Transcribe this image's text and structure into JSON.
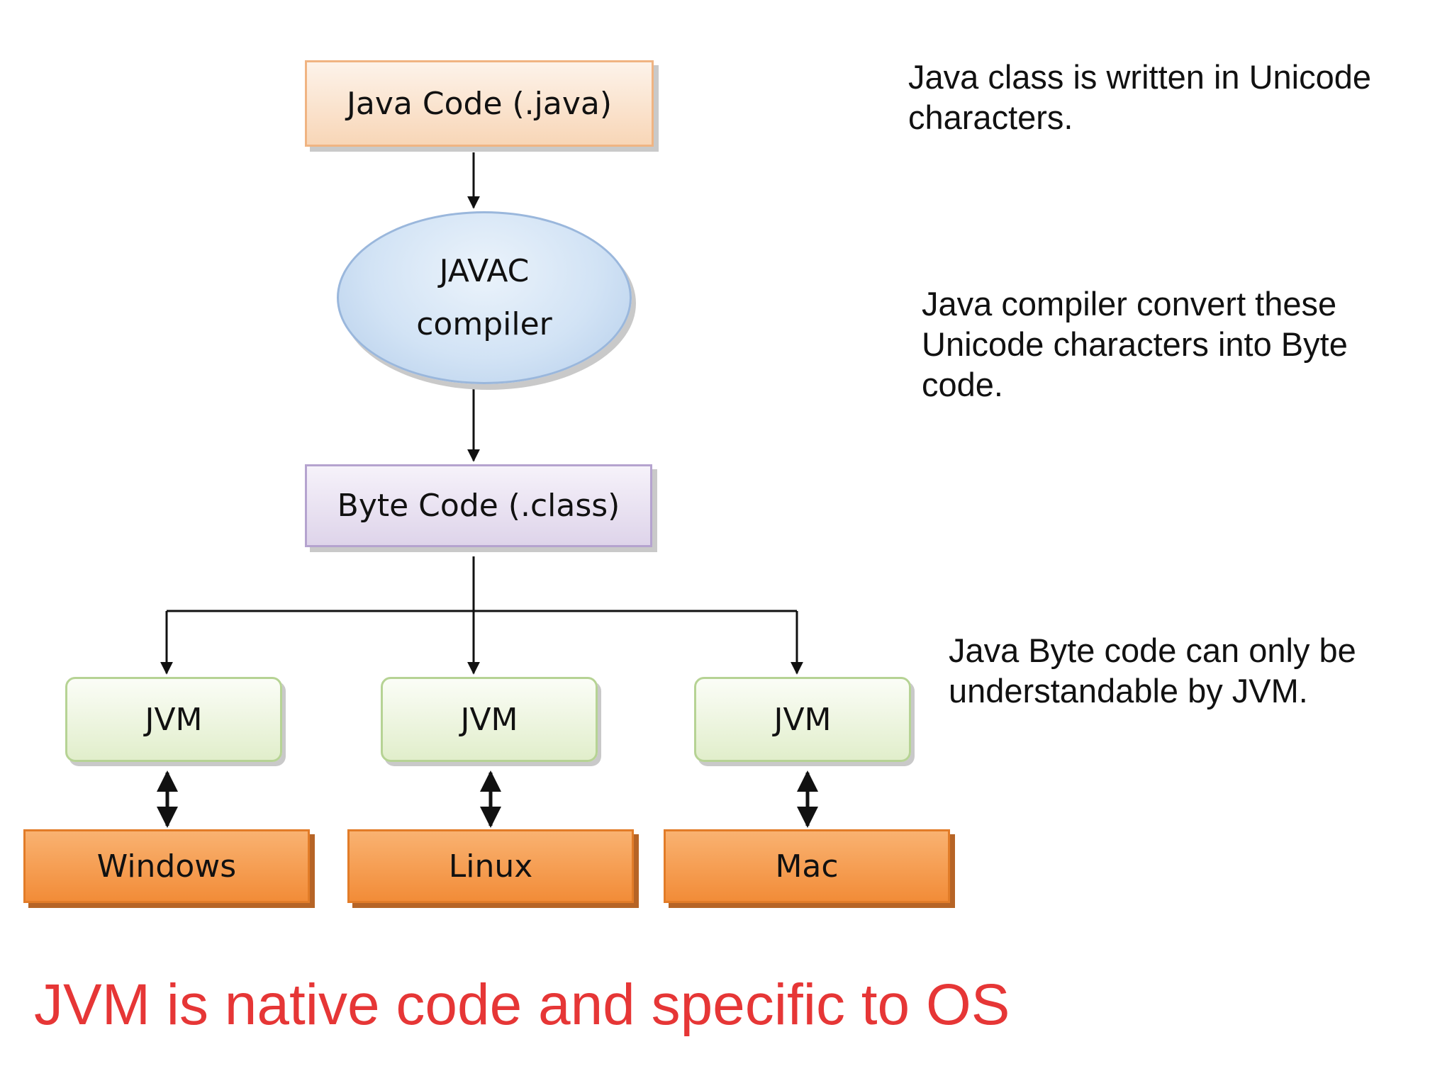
{
  "flow": {
    "source": "Java Code (.java)",
    "compiler_line1": "JAVAC",
    "compiler_line2": "compiler",
    "bytecode": "Byte Code (.class)",
    "jvm_boxes": [
      "JVM",
      "JVM",
      "JVM"
    ],
    "os_boxes": [
      "Windows",
      "Linux",
      "Mac"
    ]
  },
  "notes": [
    "Java class is written in Unicode characters.",
    "Java compiler convert these Unicode characters into Byte code.",
    "Java Byte code can only be understandable by JVM."
  ],
  "footer": "JVM is native code and specific to OS",
  "colors": {
    "source_fill": "#f8d6b7",
    "compiler_fill": "#d2e3f5",
    "bytecode_fill": "#ded4ea",
    "jvm_fill": "#e1eecb",
    "os_fill": "#f28c38",
    "footer_text": "#e63636"
  }
}
